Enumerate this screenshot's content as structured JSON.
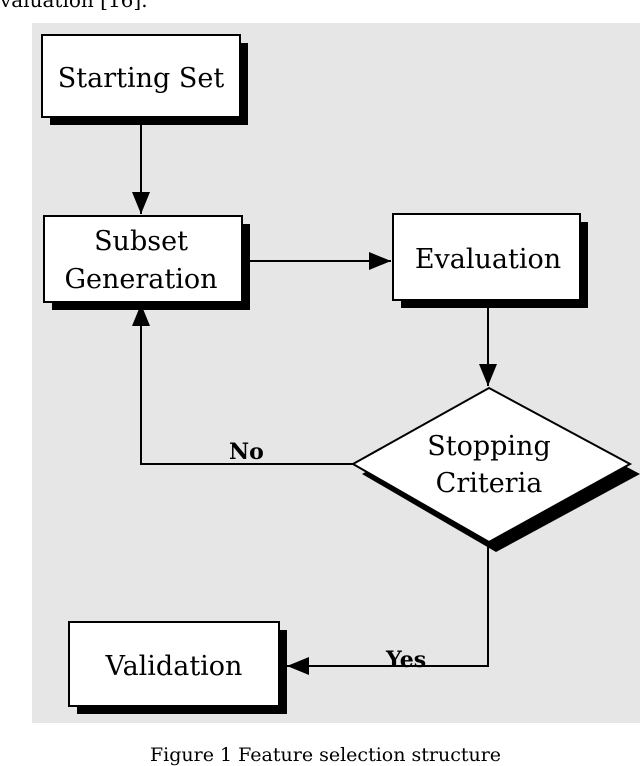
{
  "page": {
    "top_text": "valuation [16].",
    "caption": "Figure 1 Feature selection structure"
  },
  "diagram": {
    "nodes": {
      "starting_set": {
        "label": "Starting Set"
      },
      "subset_generation": {
        "line1": "Subset",
        "line2": "Generation"
      },
      "evaluation": {
        "label": "Evaluation"
      },
      "stopping_criteria": {
        "line1": "Stopping",
        "line2": "Criteria"
      },
      "validation": {
        "label": "Validation"
      }
    },
    "edges": {
      "no_label": "No",
      "yes_label": "Yes"
    },
    "colors": {
      "background": "#e6e6e6",
      "box_fill": "#ffffff",
      "stroke": "#000000",
      "shadow": "#000000"
    }
  }
}
